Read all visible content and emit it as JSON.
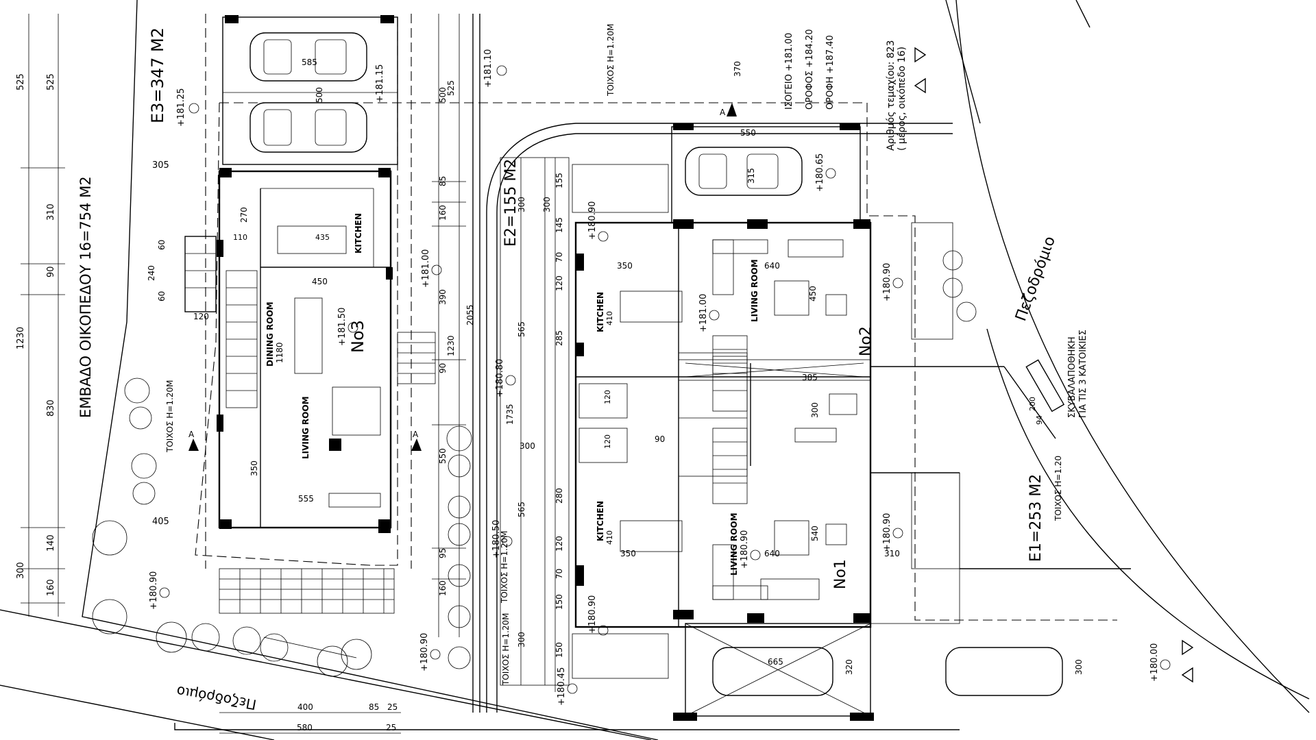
{
  "plot": {
    "area_label": "ΕΜΒΑΔΟ ΟΙΚΟΠΕΔΟΥ 16=754 M2",
    "parcel_label": "Αριθμός τεμαχίου: 823",
    "parcel_sub": "( μέρος, οικόπεδο 16)",
    "levels": [
      "ΙΣΟΓΕΙΟ +181.00",
      "ΟΡΟΦΟΣ +184.20",
      "ΟΡΟΦΗ +187.40"
    ]
  },
  "zones": {
    "e1": "E1=253 M2",
    "e2": "E2=155 M2",
    "e3": "E3=347 M2"
  },
  "units": {
    "no1": "No1",
    "no2": "No2",
    "no3": "No3"
  },
  "rooms": {
    "kitchen": "KITCHEN",
    "dining_room": "DINING ROOM",
    "living_room": "LIVING ROOM"
  },
  "walls": {
    "wall_label": "ΤΟΙΧΟΣ Η=1.20M",
    "wall_label_e1": "ΤΟΙΧΟΣ Η=1.20",
    "bin_line1": "ΣΚΥΒΑΛΑΠΟΘΗΚΗ",
    "bin_line2": "ΓΙΑ ΤΙΣ 3 ΚΑΤΟΙΚΙΕΣ"
  },
  "streets": {
    "sidewalk_right": "Πεζοδρόμιο",
    "sidewalk_bottom": "Πεζοδρόμιο"
  },
  "section_marker": "A",
  "elevations": [
    "+181.25",
    "+181.15",
    "+181.10",
    "+180.65",
    "+180.90",
    "+181.00",
    "+181.50",
    "+180.80",
    "+180.90",
    "+181.00",
    "+180.50",
    "+180.90",
    "+180.90",
    "+180.90",
    "+180.90",
    "+180.90",
    "+180.45",
    "+180.00"
  ],
  "left_dims": [
    "525",
    "310",
    "90",
    "1230",
    "830",
    "140",
    "300",
    "160"
  ],
  "dims": {
    "d585": "585",
    "d500": "500",
    "d305": "305",
    "d270": "270",
    "d435": "435",
    "d450": "450",
    "d1180": "1180",
    "d120": "120",
    "d240": "240",
    "d60a": "60",
    "d60b": "60",
    "d110": "110",
    "d350": "350",
    "d555": "555",
    "d405": "405",
    "d400": "400",
    "d85": "85",
    "d25": "25",
    "d580": "580",
    "d25b": "25",
    "d550": "550",
    "d525": "525",
    "d500b": "500",
    "d85b": "85",
    "d160": "160",
    "d390": "390",
    "d1230": "1230",
    "d90": "90",
    "d2055": "2055",
    "d95": "95",
    "d160b": "160",
    "d370": "370",
    "d550b": "550",
    "d315": "315",
    "d300a": "300",
    "d300b": "300",
    "d155": "155",
    "d145": "145",
    "d70": "70",
    "d120b": "120",
    "d285": "285",
    "d565": "565",
    "d1735": "1735",
    "d300c": "300",
    "d280": "280",
    "d565b": "565",
    "d120c": "120",
    "d70b": "70",
    "d150": "150",
    "d300d": "300",
    "d150b": "150",
    "d350b": "350",
    "d640": "640",
    "d410": "410",
    "d450b": "450",
    "d385": "385",
    "d300e": "300",
    "d120d": "120",
    "d120e": "120",
    "d90b": "90",
    "d410b": "410",
    "d350c": "350",
    "d640b": "640",
    "d540": "540",
    "d665": "665",
    "d320": "320",
    "d310": "310",
    "d300f": "300",
    "d200": "200",
    "d94": "94"
  },
  "colors": {
    "line": "#000000",
    "background": "#ffffff"
  }
}
